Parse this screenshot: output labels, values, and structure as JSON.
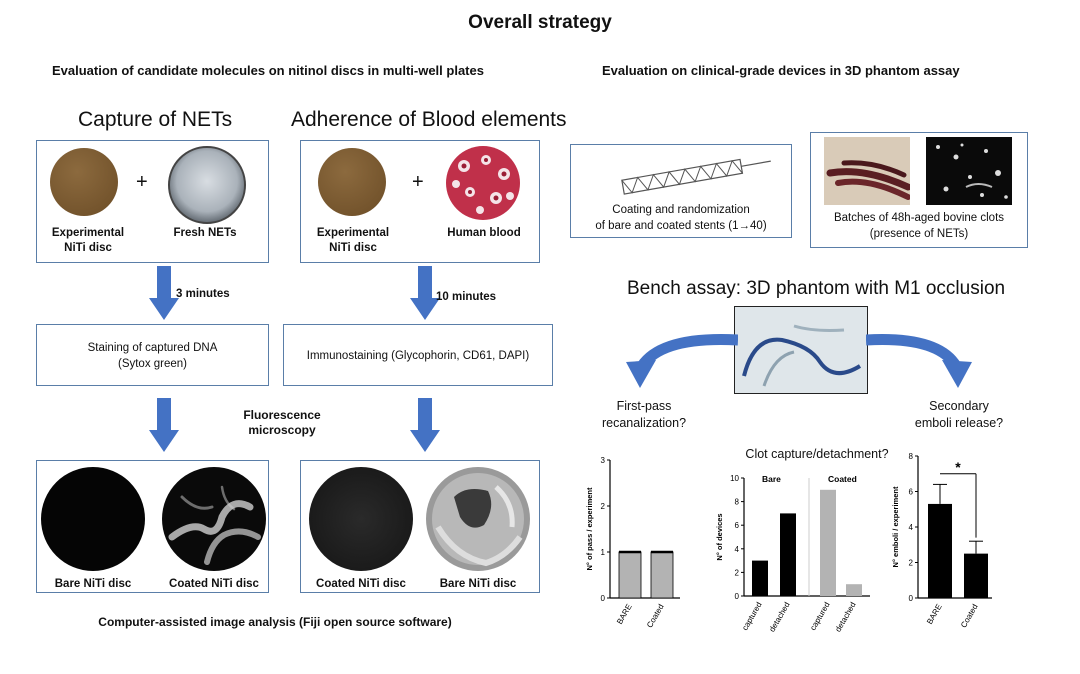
{
  "title": "Overall strategy",
  "left_heading": "Evaluation of candidate molecules on nitinol discs in multi-well plates",
  "right_heading": "Evaluation on clinical-grade devices in 3D phantom assay",
  "nets": {
    "heading": "Capture of NETs",
    "plus": "+",
    "disc_label": "Experimental\nNiTi disc",
    "fresh_label": "Fresh NETs",
    "time": "3 minutes",
    "stain": "Staining of captured DNA\n(Sytox green)",
    "result_a": "Bare NiTi disc",
    "result_b": "Coated NiTi disc"
  },
  "blood": {
    "heading": "Adherence of Blood elements",
    "plus": "+",
    "disc_label": "Experimental\nNiTi disc",
    "blood_label": "Human blood",
    "time": "10 minutes",
    "stain": "Immunostaining (Glycophorin, CD61, DAPI)",
    "result_a": "Coated NiTi disc",
    "result_b": "Bare NiTi disc"
  },
  "microscopy": "Fluorescence\nmicroscopy",
  "analysis": "Computer-assisted image analysis (Fiji open source software)",
  "stents": {
    "caption": "Coating and randomization\nof bare and coated stents (1→40)"
  },
  "clots": {
    "caption": "Batches of 48h-aged bovine clots\n(presence of NETs)"
  },
  "bench": {
    "heading": "Bench assay: 3D phantom with M1 occlusion"
  },
  "questions": {
    "first_pass": "First-pass\nrecanalization?",
    "capture": "Clot capture/detachment?",
    "emboli": "Secondary\nemboli release?"
  },
  "colors": {
    "box_border": "#5a7ea8",
    "arrow": "#4472c4",
    "bar_black": "#000000",
    "bar_gray": "#b3b3b3"
  },
  "chart_data": [
    {
      "type": "bar",
      "categories": [
        "BARE",
        "Coated"
      ],
      "values": [
        1,
        1
      ],
      "ylabel": "N° of pass / experiment",
      "ylim": [
        0,
        3
      ],
      "yticks": [
        "0",
        "1",
        "2",
        "3"
      ]
    },
    {
      "type": "bar",
      "categories": [
        "captured",
        "detached",
        "captured",
        "detached"
      ],
      "groups": [
        "Bare",
        "Coated"
      ],
      "values": [
        3,
        7,
        9,
        1
      ],
      "ylabel": "N° of devices",
      "ylim": [
        0,
        10
      ],
      "yticks": [
        "0",
        "2",
        "4",
        "6",
        "8",
        "10"
      ]
    },
    {
      "type": "bar",
      "categories": [
        "BARE",
        "Coated"
      ],
      "values": [
        5.3,
        2.5
      ],
      "errors": [
        1.1,
        0.7
      ],
      "significance": "*",
      "ylabel": "N° emboli / experiment",
      "ylim": [
        0,
        8
      ],
      "yticks": [
        "0",
        "2",
        "4",
        "6",
        "8"
      ]
    }
  ]
}
